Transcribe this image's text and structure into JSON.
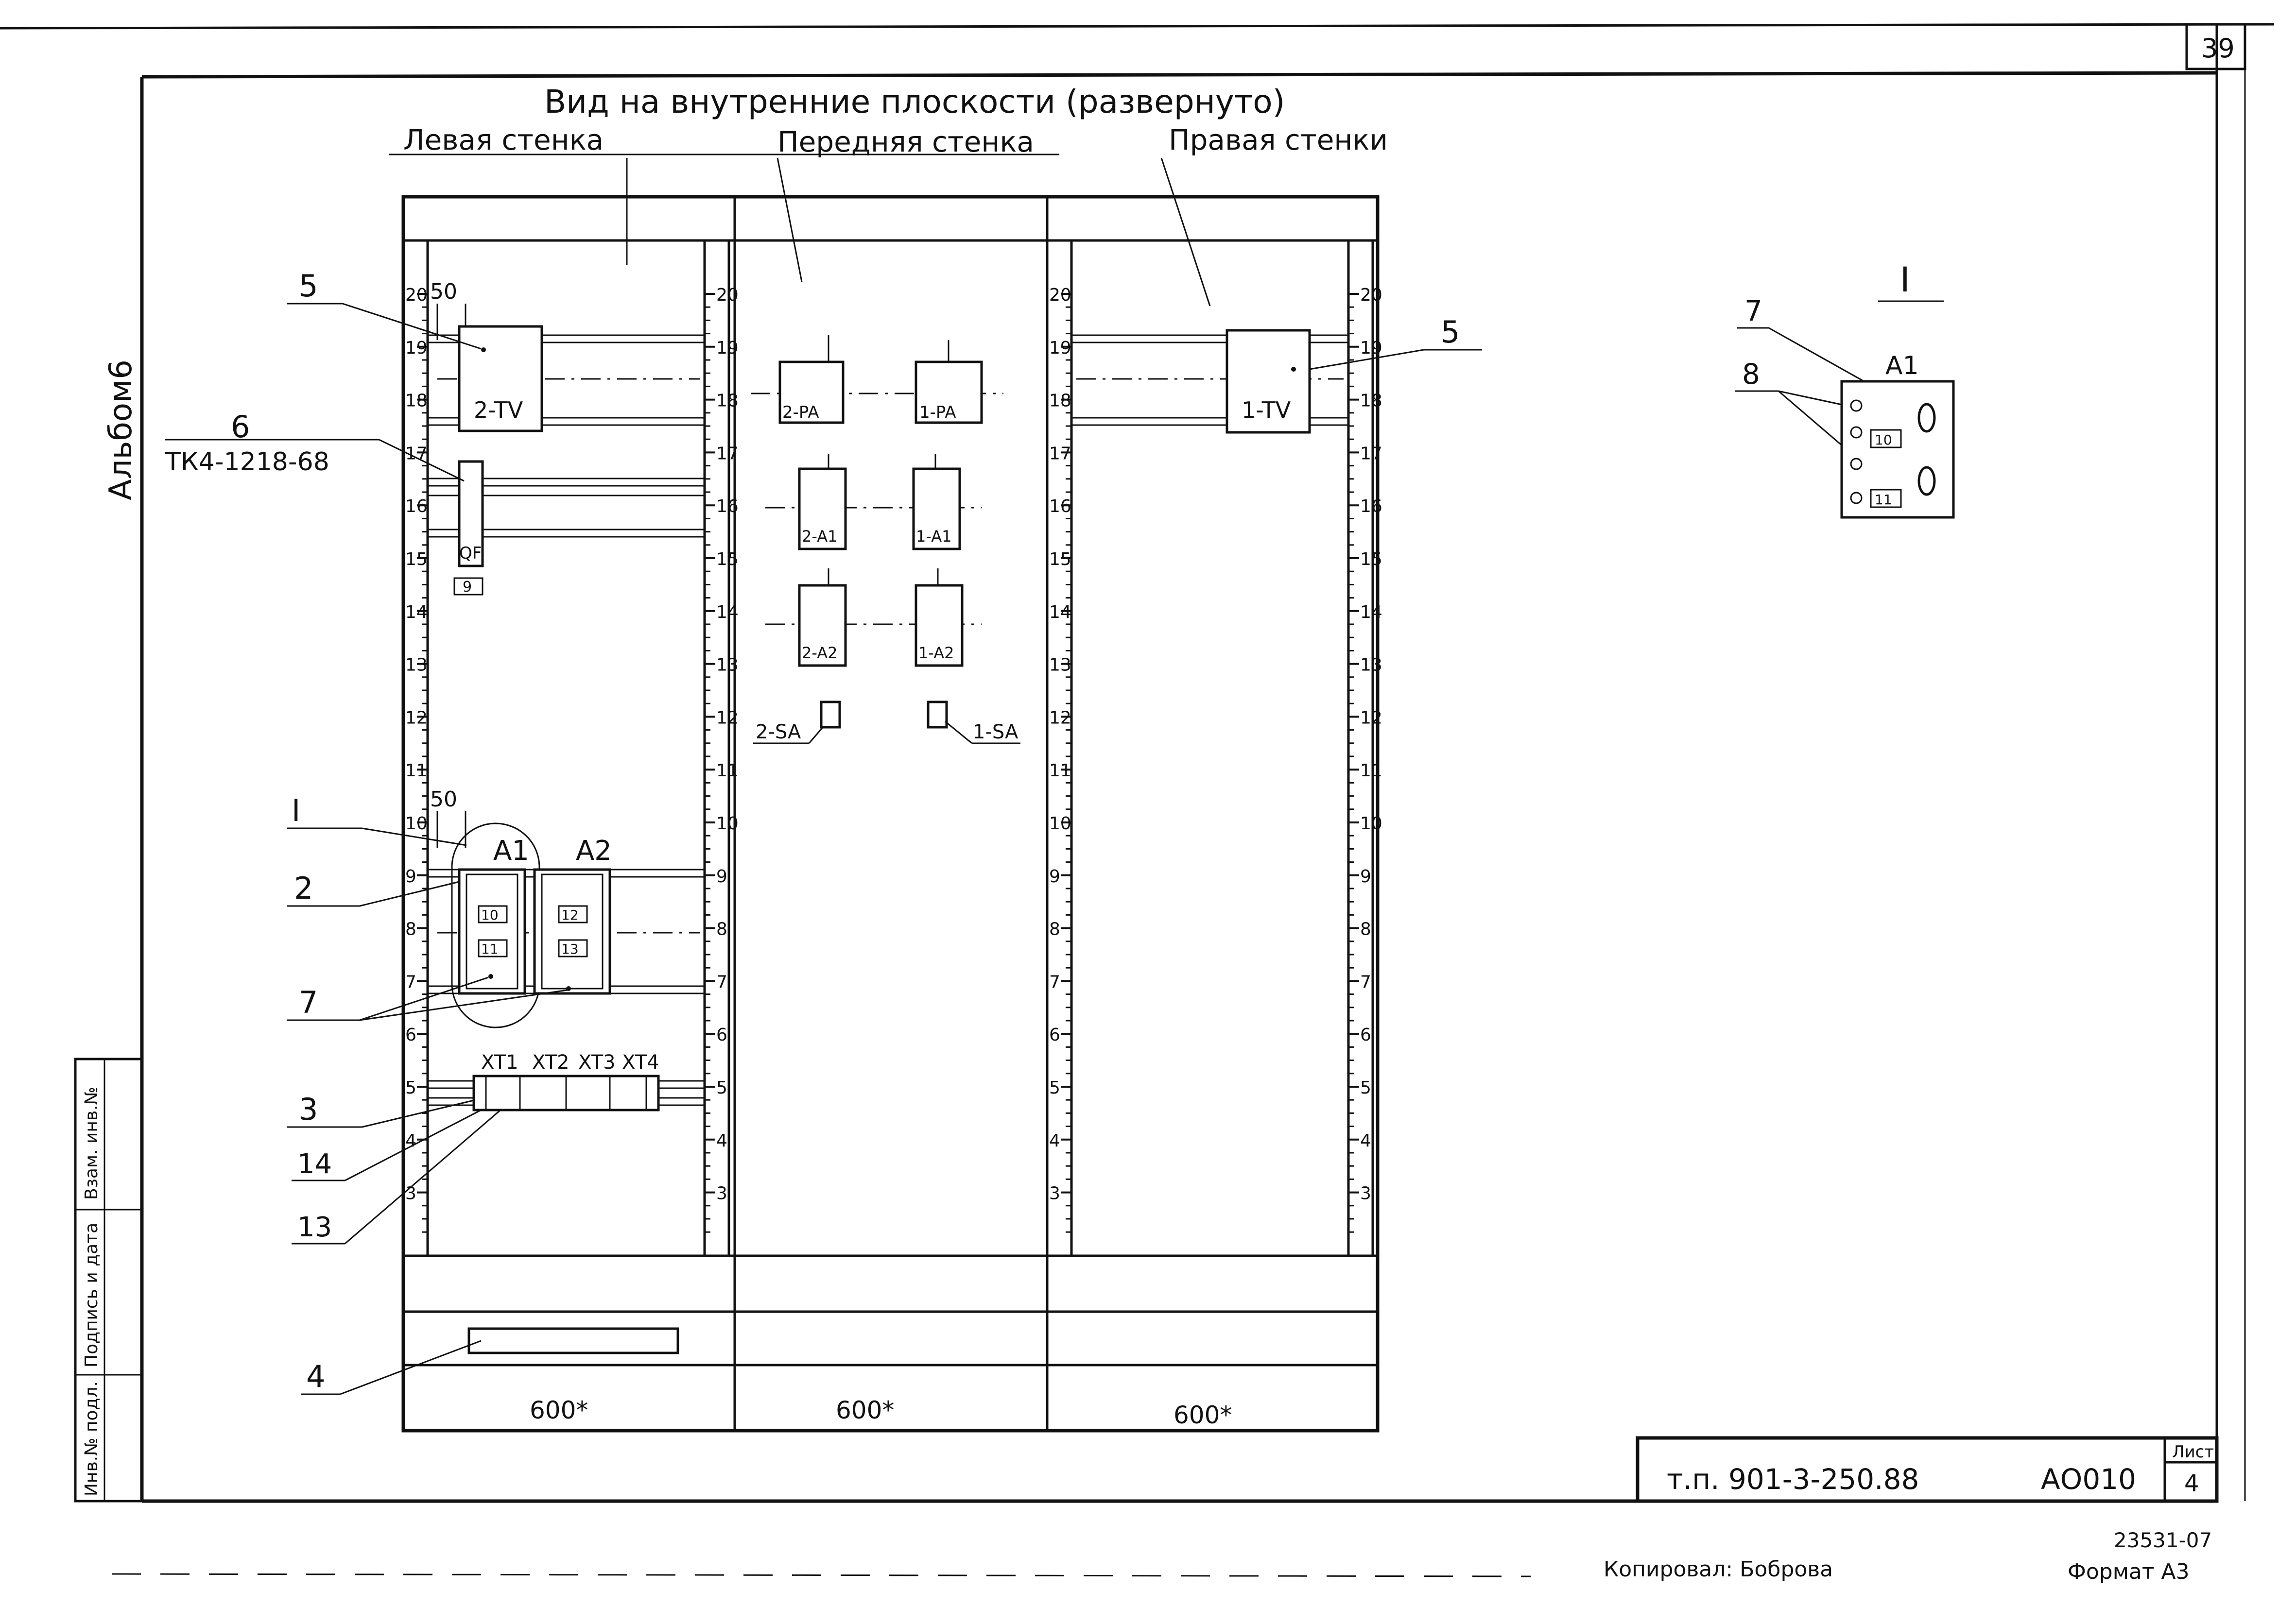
{
  "sheet": {
    "page_number": "39",
    "title": "Вид на внутренние плоскости (развернуто)",
    "album_label": "Альбом6",
    "side_stamp": [
      "Инв.№ подл.",
      "Подпись и дата",
      "Взам. инв.№"
    ],
    "doc_code": "т.п. 901-3-250.88",
    "doc_mark": "АО010",
    "sheet_label": "Лист",
    "sheet_number": "4",
    "archive_number": "23531-07",
    "copied_by": "Копировал: Боброва",
    "format": "Формат А3"
  },
  "walls": [
    {
      "label": "Левая стенка",
      "width": "600*"
    },
    {
      "label": "Передняя стенка",
      "width": "600*"
    },
    {
      "label": "Правая стенки",
      "width": "600*"
    }
  ],
  "scale_ticks": [
    "20",
    "19",
    "18",
    "17",
    "16",
    "15",
    "14",
    "13",
    "12",
    "11",
    "10",
    "9",
    "8",
    "7",
    "6",
    "5",
    "4",
    "3"
  ],
  "pitch_marks": [
    "50",
    "50"
  ],
  "left_wall": {
    "transformer": "2-TV",
    "breaker": "QF",
    "breaker_tag": "9",
    "block_a1": "A1",
    "block_a2": "A2",
    "a1_tags": [
      "10",
      "11"
    ],
    "a2_tags": [
      "12",
      "13"
    ],
    "terminals": [
      "XT1",
      "XT2",
      "XT3",
      "XT4"
    ]
  },
  "right_wall": {
    "transformer": "1-TV"
  },
  "front_wall": {
    "left_column": [
      "2-PA",
      "2-A1",
      "2-A2"
    ],
    "right_column": [
      "1-PA",
      "1-A1",
      "1-A2"
    ],
    "switch_left": "2-SA",
    "switch_right": "1-SA"
  },
  "callouts": {
    "c5": "5",
    "c6": "6",
    "c6_type": "ТК4-1218-68",
    "cI": "I",
    "c2": "2",
    "c7": "7",
    "c3": "3",
    "c14": "14",
    "c13": "13",
    "c4": "4",
    "c5_right": "5"
  },
  "detail": {
    "title": "I",
    "callout_7": "7",
    "callout_8": "8",
    "label": "A1",
    "tags": [
      "10",
      "11"
    ]
  }
}
